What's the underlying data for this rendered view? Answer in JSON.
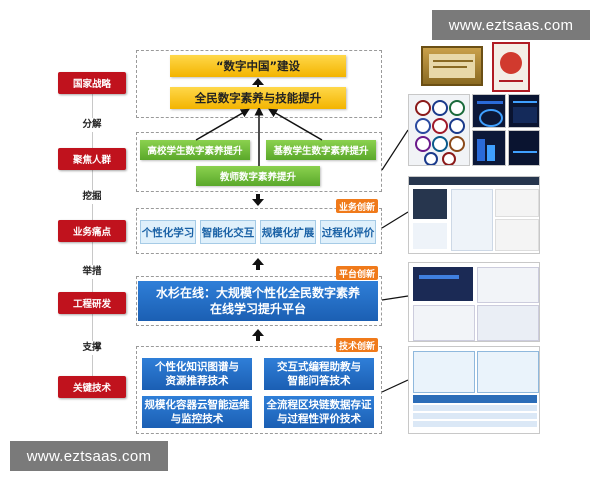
{
  "watermark_top": "www.eztsaas.com",
  "watermark_bottom": "www.eztsaas.com",
  "left_steps": [
    "国家战略",
    "聚焦人群",
    "业务痛点",
    "工程研发",
    "关键技术"
  ],
  "left_connectors": [
    "分解",
    "挖掘",
    "举措",
    "支撑"
  ],
  "top_block": {
    "national": "“数字中国”建设",
    "literacy": "全民数字素养与技能提升"
  },
  "groups": {
    "college": "高校学生数字素养提升",
    "basic": "基教学生数字素养提升",
    "teacher": "教师数字素养提升"
  },
  "business": {
    "tag": "业务创新",
    "items": [
      "个性化学习",
      "智能化交互",
      "规模化扩展",
      "过程化评价"
    ]
  },
  "platform": {
    "tag": "平台创新",
    "line1": "水杉在线：大规模个性化全民数字素养",
    "line2": "在线学习提升平台"
  },
  "technology": {
    "tag": "技术创新",
    "items": [
      {
        "line1": "个性化知识图谱与",
        "line2": "资源推荐技术"
      },
      {
        "line1": "交互式编程助教与",
        "line2": "智能问答技术"
      },
      {
        "line1": "规模化容器云智能运维",
        "line2": "与监控技术"
      },
      {
        "line1": "全流程区块链数据存证",
        "line2": "与过程性评价技术"
      }
    ]
  },
  "colors": {
    "left_tag": "#c0121d",
    "yellow": "#f3b400",
    "green": "#5aa82a",
    "blue": "#1b5fb3",
    "orange": "#f07a1a"
  }
}
